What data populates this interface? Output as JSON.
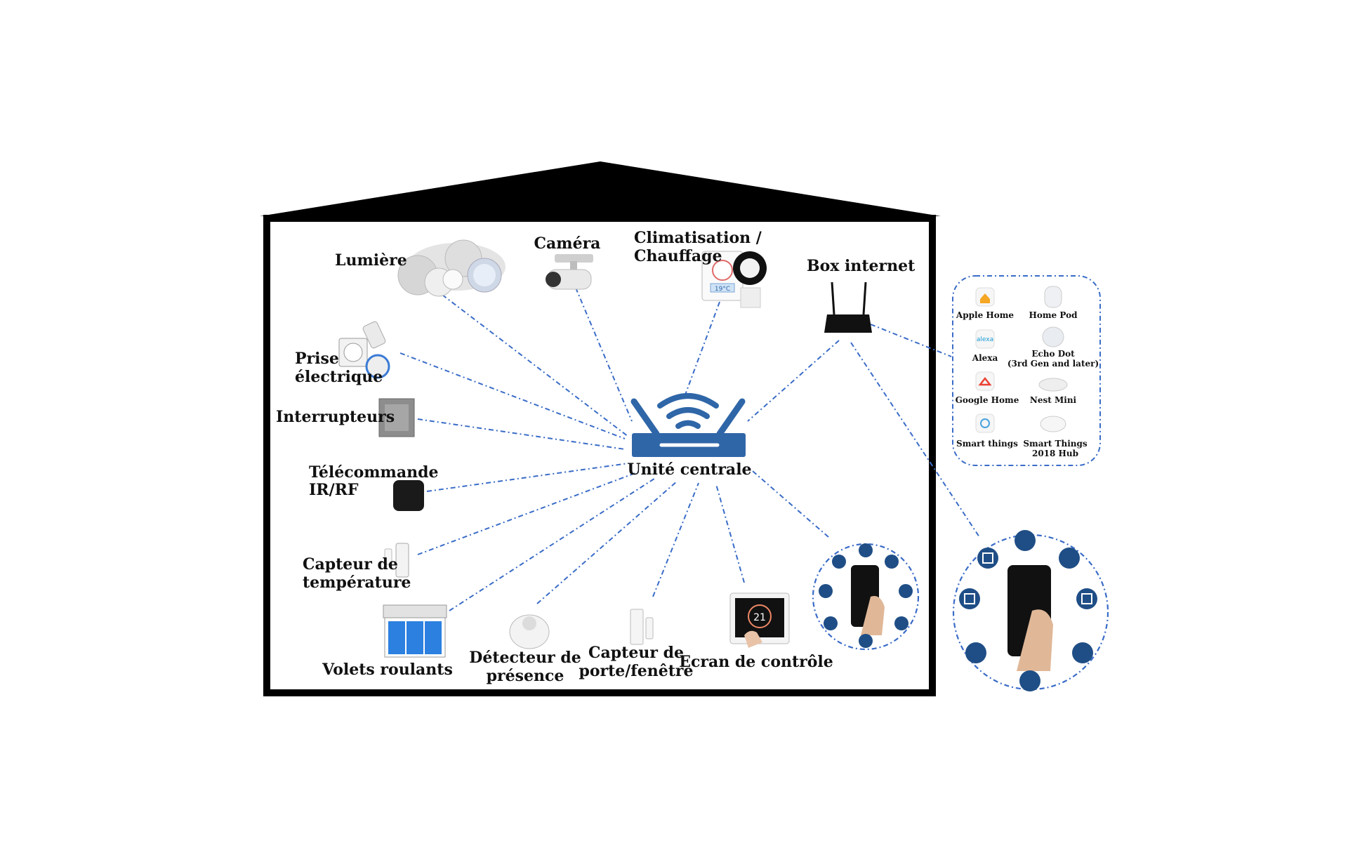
{
  "center": {
    "label": "Unité centrale"
  },
  "devices": {
    "lumiere": "Lumière",
    "camera": "Caméra",
    "clim_l1": "Climatisation /",
    "clim_l2": "Chauffage",
    "box": "Box internet",
    "prise_l1": "Prise",
    "prise_l2": "électrique",
    "interrupteurs": "Interrupteurs",
    "telecommande_l1": "Télécommande",
    "telecommande_l2": "IR/RF",
    "capteur_temp_l1": "Capteur de",
    "capteur_temp_l2": "température",
    "volets": "Volets roulants",
    "detecteur_l1": "Détecteur de",
    "detecteur_l2": "présence",
    "capteur_porte_l1": "Capteur de",
    "capteur_porte_l2": "porte/fenêtre",
    "ecran": "Ecran de contrôle",
    "thermo_display": "19°C",
    "screen_display": "21"
  },
  "assistants": [
    {
      "label": "Apple Home"
    },
    {
      "label": "Home Pod"
    },
    {
      "label": "Alexa",
      "icon_text": "alexa"
    },
    {
      "label_l1": "Echo Dot",
      "label_l2": "(3rd Gen and later)"
    },
    {
      "label": "Google Home"
    },
    {
      "label": "Nest Mini"
    },
    {
      "label": "Smart things"
    },
    {
      "label_l1": "Smart Things",
      "label_l2": "2018 Hub"
    }
  ],
  "colors": {
    "accent": "#2f66a8",
    "link": "#3a6cc7",
    "house": "#000000",
    "icon_bg": "#1f4e86"
  }
}
